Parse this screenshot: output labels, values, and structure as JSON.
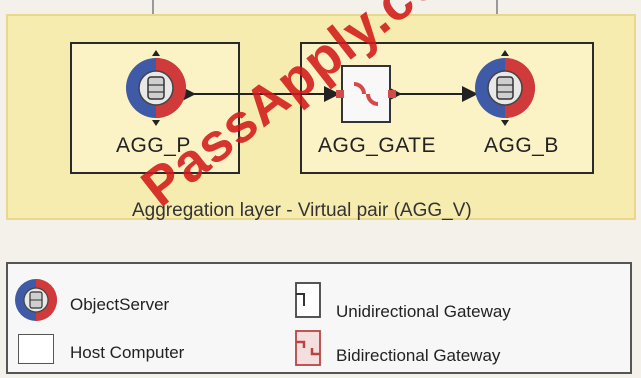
{
  "diagram": {
    "nodes": {
      "agg_p": "AGG_P",
      "agg_gate": "AGG_GATE",
      "agg_b": "AGG_B"
    },
    "layer_caption": "Aggregation layer - Virtual pair (AGG_V)"
  },
  "legend": {
    "object_server": "ObjectServer",
    "host_computer": "Host Computer",
    "unidirectional_gateway": "Unidirectional Gateway",
    "bidirectional_gateway": "Bidirectional Gateway"
  },
  "watermark": "PassApply.com",
  "colors": {
    "layer_fill": "#f7ecaf",
    "objectserver_blue": "#3f5aa6",
    "objectserver_red": "#d03a3a",
    "gateway_red": "#d34a4a",
    "watermark_red": "#d21919"
  }
}
